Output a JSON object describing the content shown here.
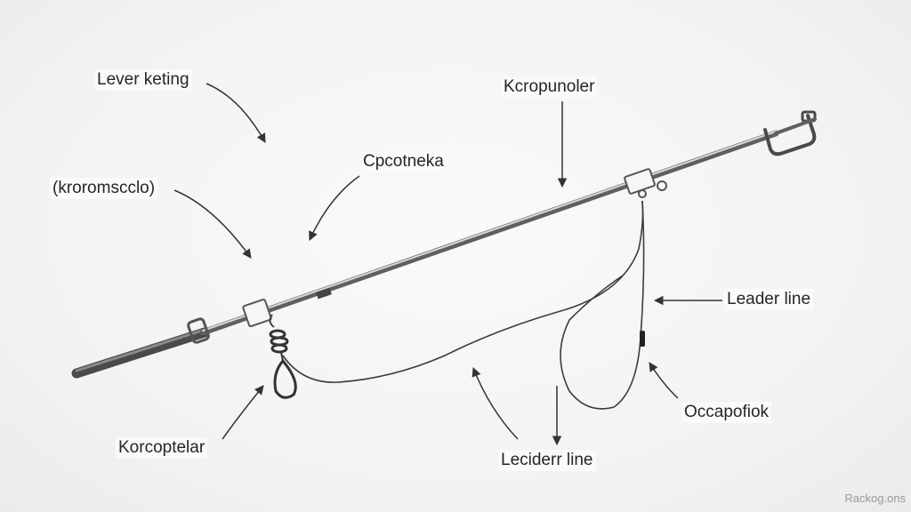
{
  "labels": {
    "lever_keting": "Lever keting",
    "kcropunoler": "Kcropunoler",
    "cpcotneka": "Cpcotneka",
    "kroromscclo": "(kroromscclo)",
    "leader_line": "Leader line",
    "occapofiok": "Occapofiok",
    "korcoptelar": "Korcoptelar",
    "leciderr_line": "Leciderr line"
  },
  "watermark": "Rackog.ons",
  "colors": {
    "background": "#f3f3f2",
    "rod": "#6d6d6d",
    "line": "#3c3c3c",
    "arrow": "#333333",
    "text": "#262626"
  }
}
